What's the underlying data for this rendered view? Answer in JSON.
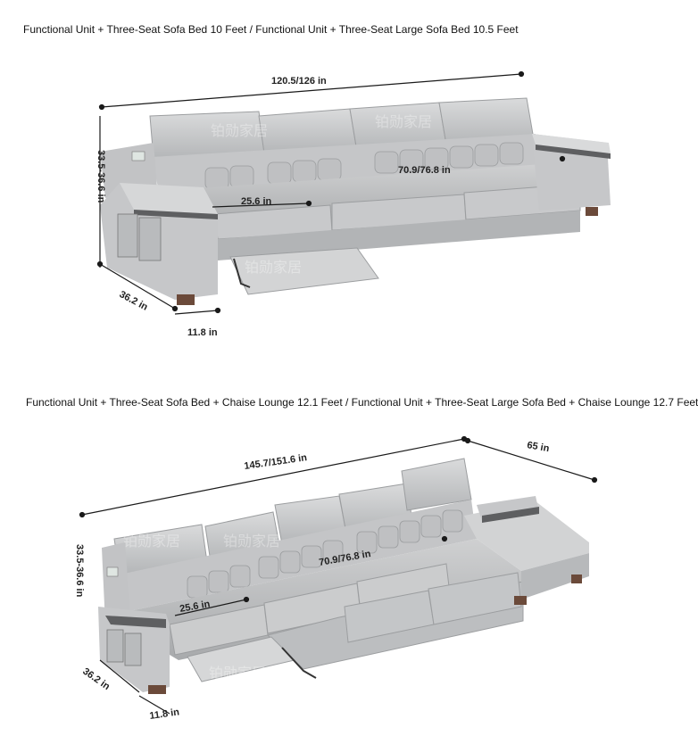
{
  "captions": {
    "top": "Functional Unit + Three-Seat Sofa Bed 10 Feet / Functional Unit + Three-Seat Large Sofa Bed 10.5 Feet",
    "bottom": "Functional Unit + Three-Seat Sofa Bed + Chaise Lounge 12.1 Feet / Functional Unit + Three-Seat Large Sofa Bed + Chaise Lounge 12.7 Feet"
  },
  "sofa1": {
    "width": "120.5/126 in",
    "height": "33.5-36.6 in",
    "depth": "36.2 in",
    "extension": "11.8 in",
    "seat_depth": "25.6 in",
    "seat_width": "70.9/76.8 in"
  },
  "sofa2": {
    "width": "145.7/151.6 in",
    "chaise": "65 in",
    "height": "33.5-36.6 in",
    "depth": "36.2 in",
    "extension": "11.8 in",
    "seat_depth": "25.6 in",
    "seat_width": "70.9/76.8 in"
  },
  "watermark": "铂勋家居",
  "colors": {
    "leather": "#c9cacb",
    "leather_dark": "#a9abad",
    "trim": "#5e5f61",
    "leg": "#6b4a3a",
    "line": "#1a1a1a"
  }
}
